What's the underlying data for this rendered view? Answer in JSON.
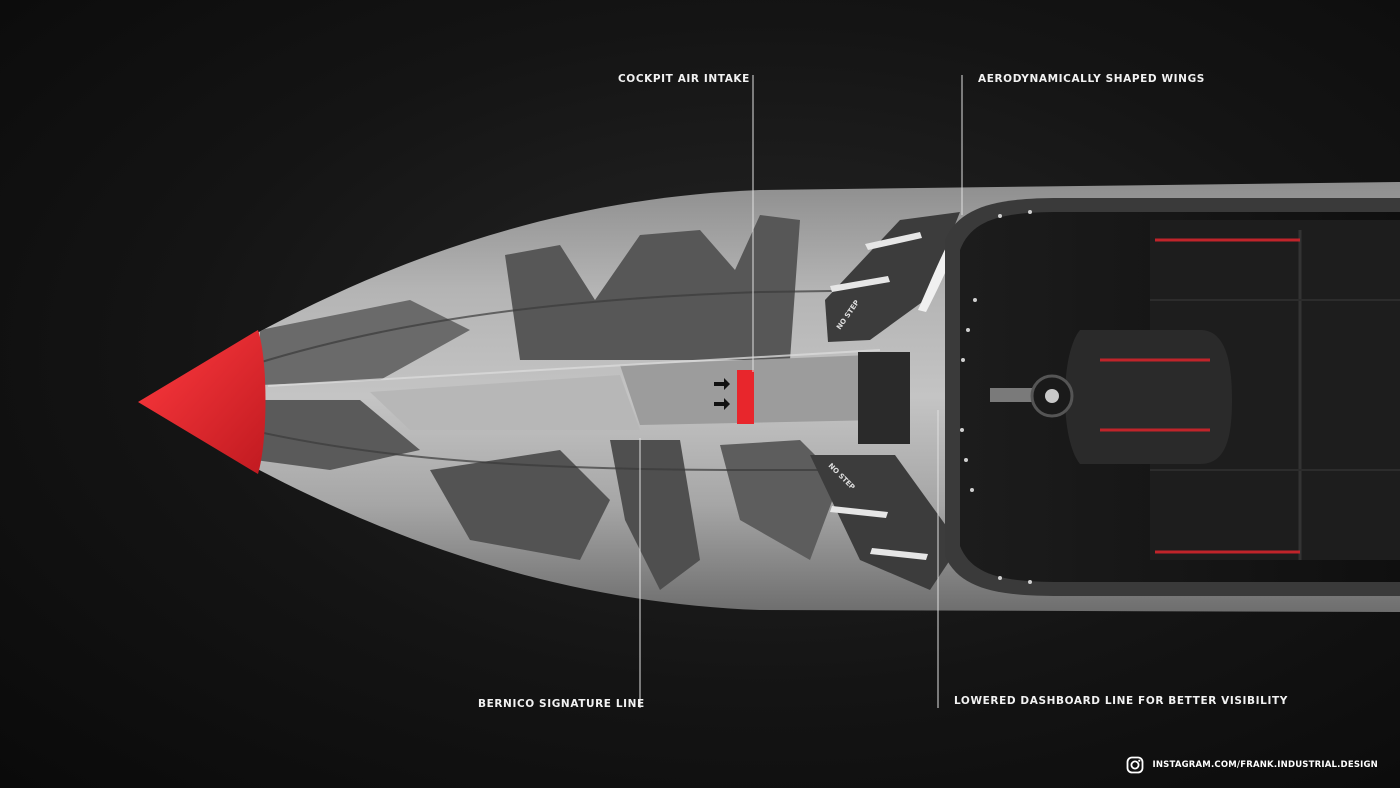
{
  "callouts": {
    "cockpit_air_intake": "COCKPIT AIR INTAKE",
    "aerodynamic_wings": "AERODYNAMICALLY SHAPED WINGS",
    "signature_line": "BERNICO SIGNATURE LINE",
    "dashboard_line": "LOWERED DASHBOARD LINE FOR BETTER VISIBILITY"
  },
  "decals": {
    "no_step": "NO STEP"
  },
  "footer": {
    "instagram_handle": "INSTAGRAM.COM/FRANK.INDUSTRIAL.DESIGN",
    "icon": "instagram-icon"
  },
  "colors": {
    "background": "#141414",
    "hull_light": "#a9a9a9",
    "hull_camo_dark": "#545454",
    "accent_red": "#e8262c",
    "text": "#f2f2f2"
  }
}
